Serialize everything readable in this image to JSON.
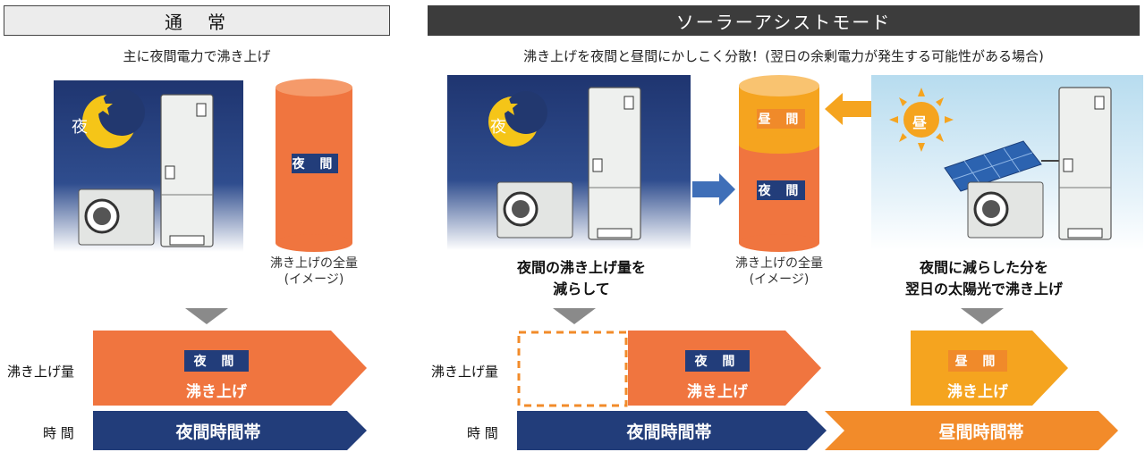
{
  "normal": {
    "header": "通　常",
    "subtitle": "主に夜間電力で沸き上げ",
    "night_label": "夜",
    "tank_label": "夜 間",
    "tank_note_line1": "沸き上げの全量",
    "tank_note_line2": "(イメージ)",
    "row_amount": "沸き上げ量",
    "row_time": "時 間",
    "bar_label": "夜 間",
    "bar_sub": "沸き上げ",
    "time_band": "夜間時間帯"
  },
  "solar": {
    "header": "ソーラーアシストモード",
    "subtitle": "沸き上げを夜間と昼間にかしこく分散！(翌日の余剰電力が発生する可能性がある場合)",
    "night_label": "夜",
    "day_label": "昼",
    "tank_top_label": "昼 間",
    "tank_bottom_label": "夜 間",
    "tank_note_line1": "沸き上げの全量",
    "tank_note_line2": "(イメージ)",
    "left_note_line1": "夜間の沸き上げ量を",
    "left_note_line2": "減らして",
    "right_note_line1": "夜間に減らした分を",
    "right_note_line2": "翌日の太陽光で沸き上げ",
    "row_amount": "沸き上げ量",
    "row_time": "時 間",
    "night_bar_label": "夜 間",
    "night_bar_sub": "沸き上げ",
    "day_bar_label": "昼 間",
    "day_bar_sub": "沸き上げ",
    "night_band": "夜間時間帯",
    "day_band": "昼間時間帯"
  },
  "colors": {
    "navy": "#223d7a",
    "orange": "#f0753f",
    "amber": "#f5a41f",
    "band_orange": "#f28b2a",
    "gray_arrow": "#8a8a8a"
  }
}
